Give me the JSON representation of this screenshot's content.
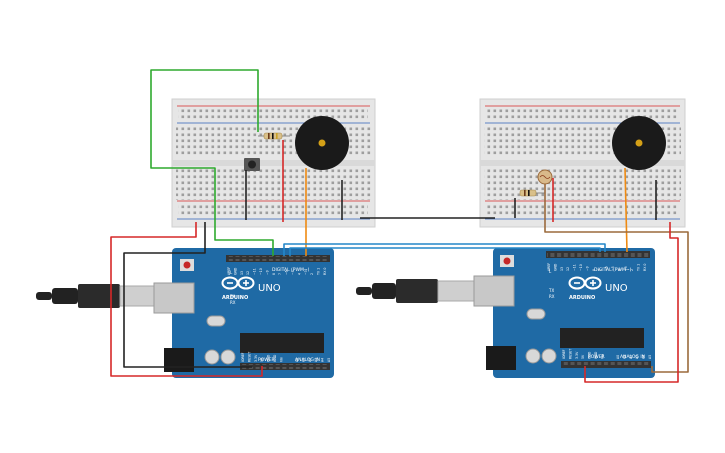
{
  "board_left": {
    "brand": "ARDUINO",
    "model": "UNO",
    "digital_header": "DIGITAL (PWM~)",
    "power_header": "POWER",
    "analog_header": "ANALOG IN",
    "digital_pins": [
      "AREF",
      "GND",
      "13",
      "12",
      "~11",
      "~10",
      "~9",
      "8",
      "7",
      "~6",
      "~5",
      "4",
      "~3",
      "2",
      "TX 1",
      "RX 0"
    ],
    "power_pins": [
      "IOREF",
      "RESET",
      "3.3V",
      "5V",
      "GND",
      "GND",
      "Vin"
    ],
    "analog_pins": [
      "A0",
      "A1",
      "A2",
      "A3",
      "A4",
      "A5"
    ],
    "led_labels": [
      "L",
      "TX",
      "RX"
    ]
  },
  "board_right": {
    "brand": "ARDUINO",
    "model": "UNO",
    "digital_header": "DIGITAL (PWM~)",
    "power_header": "POWER",
    "analog_header": "ANALOG IN",
    "digital_pins": [
      "AREF",
      "GND",
      "13",
      "12",
      "~11",
      "~10",
      "~9",
      "8",
      "7",
      "~6",
      "~5",
      "4",
      "~3",
      "2",
      "TX 1",
      "RX 0"
    ],
    "power_pins": [
      "IOREF",
      "RESET",
      "3.3V",
      "5V",
      "GND",
      "GND",
      "Vin"
    ],
    "analog_pins": [
      "A0",
      "A1",
      "A2",
      "A3",
      "A4",
      "A5"
    ],
    "led_labels": [
      "L",
      "TX",
      "RX"
    ]
  },
  "colors": {
    "board": "#1f6aa5",
    "board_dark": "#18507c",
    "wire_green": "#2eaa2e",
    "wire_red": "#d62828",
    "wire_black": "#222222",
    "wire_blue": "#2487c9",
    "wire_orange": "#ee8a12",
    "wire_brown": "#9b6a3c",
    "breadboard": "#e8e8e8",
    "buzzer": "#1a1a1a"
  },
  "icons": [
    "usb-cable-icon",
    "buzzer-icon",
    "pushbutton-icon",
    "resistor-icon",
    "photoresistor-icon"
  ]
}
